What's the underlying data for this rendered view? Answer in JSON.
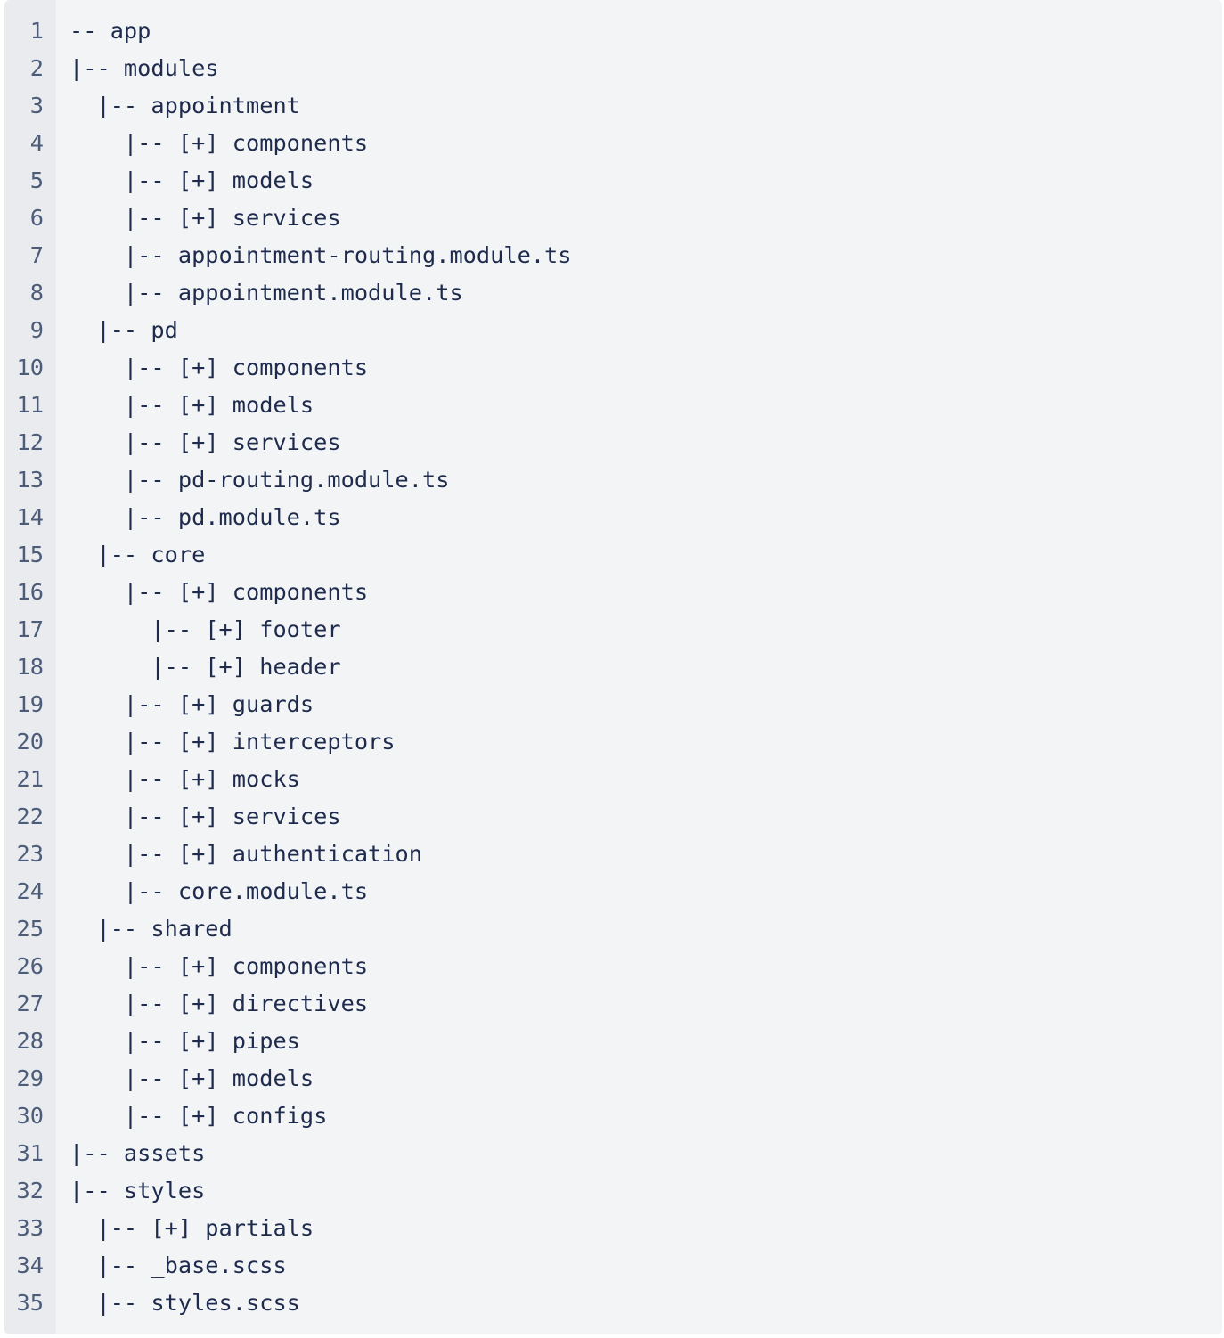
{
  "code_block": {
    "language": "text",
    "lines": [
      {
        "number": "1",
        "text": "-- app"
      },
      {
        "number": "2",
        "text": "|-- modules"
      },
      {
        "number": "3",
        "text": "  |-- appointment"
      },
      {
        "number": "4",
        "text": "    |-- [+] components"
      },
      {
        "number": "5",
        "text": "    |-- [+] models"
      },
      {
        "number": "6",
        "text": "    |-- [+] services"
      },
      {
        "number": "7",
        "text": "    |-- appointment-routing.module.ts"
      },
      {
        "number": "8",
        "text": "    |-- appointment.module.ts"
      },
      {
        "number": "9",
        "text": "  |-- pd"
      },
      {
        "number": "10",
        "text": "    |-- [+] components"
      },
      {
        "number": "11",
        "text": "    |-- [+] models"
      },
      {
        "number": "12",
        "text": "    |-- [+] services"
      },
      {
        "number": "13",
        "text": "    |-- pd-routing.module.ts"
      },
      {
        "number": "14",
        "text": "    |-- pd.module.ts"
      },
      {
        "number": "15",
        "text": "  |-- core"
      },
      {
        "number": "16",
        "text": "    |-- [+] components"
      },
      {
        "number": "17",
        "text": "      |-- [+] footer"
      },
      {
        "number": "18",
        "text": "      |-- [+] header"
      },
      {
        "number": "19",
        "text": "    |-- [+] guards"
      },
      {
        "number": "20",
        "text": "    |-- [+] interceptors"
      },
      {
        "number": "21",
        "text": "    |-- [+] mocks"
      },
      {
        "number": "22",
        "text": "    |-- [+] services"
      },
      {
        "number": "23",
        "text": "    |-- [+] authentication"
      },
      {
        "number": "24",
        "text": "    |-- core.module.ts"
      },
      {
        "number": "25",
        "text": "  |-- shared"
      },
      {
        "number": "26",
        "text": "    |-- [+] components"
      },
      {
        "number": "27",
        "text": "    |-- [+] directives"
      },
      {
        "number": "28",
        "text": "    |-- [+] pipes"
      },
      {
        "number": "29",
        "text": "    |-- [+] models"
      },
      {
        "number": "30",
        "text": "    |-- [+] configs"
      },
      {
        "number": "31",
        "text": "|-- assets"
      },
      {
        "number": "32",
        "text": "|-- styles"
      },
      {
        "number": "33",
        "text": "  |-- [+] partials"
      },
      {
        "number": "34",
        "text": "  |-- _base.scss"
      },
      {
        "number": "35",
        "text": "  |-- styles.scss"
      }
    ]
  },
  "colors": {
    "background": "#f3f4f6",
    "gutter": "#e9ebef",
    "line_number": "#4d5d79",
    "text": "#1e2b4d"
  }
}
